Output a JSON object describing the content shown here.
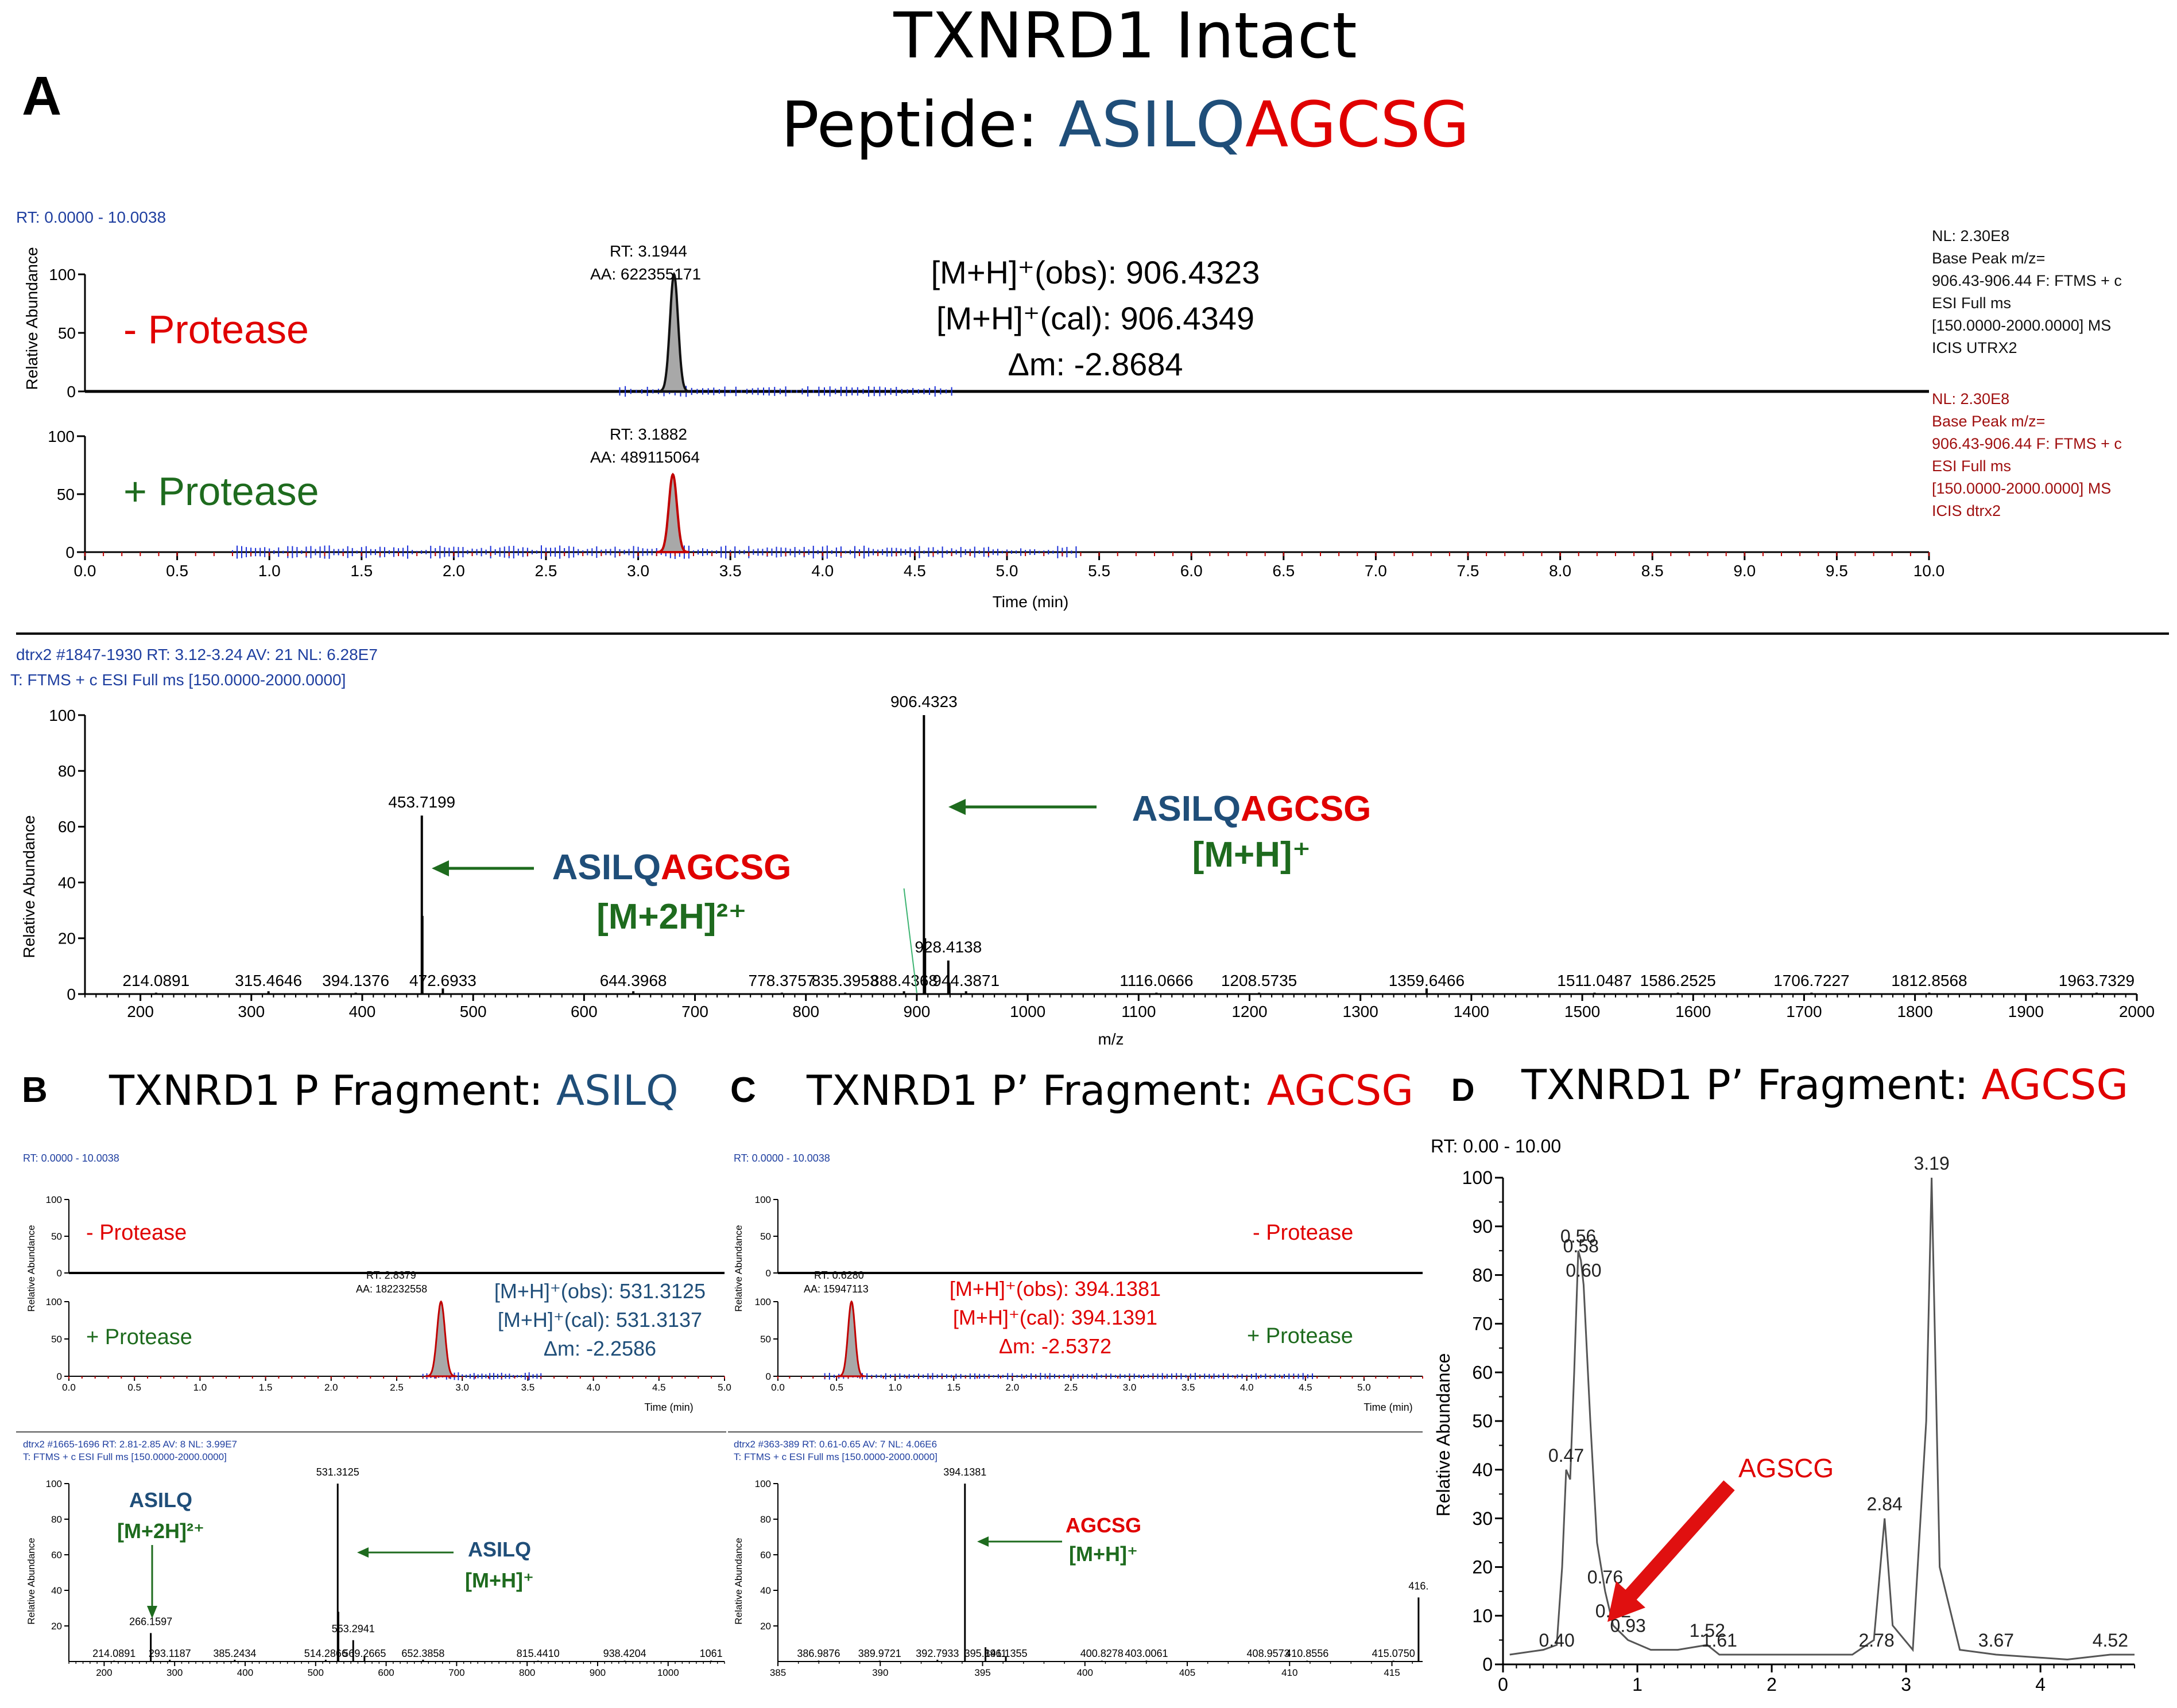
{
  "colors": {
    "blue": "#1F4E79",
    "red": "#E00000",
    "green": "#1E6B1E",
    "header_blue": "#1F3FA0",
    "info_red": "#A01010",
    "trace_blue": "#1A2FD8",
    "trace_red": "#C00000",
    "label_green": "#2F7F2F",
    "arrow_red": "#E01010",
    "peak_gray": "#A8A8A8"
  },
  "figure": {
    "panel_a": {
      "letter": "A",
      "title_line1": "TXNRD1 Intact",
      "title_line2_prefix": "Peptide: ",
      "seq_p": "ASILQ",
      "seq_pp": "AGCSG",
      "rt_header": "RT: 0.0000 - 10.0038",
      "ylabel": "Relative Abundance",
      "xlabel": "Time (min)",
      "minus_label": "- Protease",
      "plus_label": "+ Protease",
      "peak1_rt": "RT: 3.1944",
      "peak1_aa": "AA: 622355171",
      "peak2_rt": "RT: 3.1882",
      "peak2_aa": "AA: 489115064",
      "mass_obs": "[M+H]⁺(obs): 906.4323",
      "mass_cal": "[M+H]⁺(cal): 906.4349",
      "mass_dm": "Δm: -2.8684",
      "info1": [
        "NL: 2.30E8",
        "Base Peak m/z=",
        "906.43-906.44 F: FTMS + c",
        "ESI Full ms",
        "[150.0000-2000.0000]  MS",
        "ICIS UTRX2"
      ],
      "info2": [
        "NL: 2.30E8",
        "Base Peak m/z=",
        "906.43-906.44 F: FTMS + c",
        "ESI Full ms",
        "[150.0000-2000.0000]  MS",
        "ICIS dtrx2"
      ],
      "spec_header1": "dtrx2 #1847-1930   RT: 3.12-3.24   AV: 21   NL: 6.28E7",
      "spec_header2": "T: FTMS + c ESI Full ms [150.0000-2000.0000]",
      "spec_xlabel": "m/z",
      "ion2_charge": "[M+2H]²⁺",
      "ion1_charge": "[M+H]⁺"
    },
    "panel_b": {
      "letter": "B",
      "title_prefix": "TXNRD1 P Fragment: ",
      "title_seq": "ASILQ",
      "rt_header": "RT: 0.0000 - 10.0038",
      "minus_label": "- Protease",
      "plus_label": "+ Protease",
      "peak_rt": "RT: 2.8379",
      "peak_aa": "AA: 182232558",
      "mass_obs": "[M+H]⁺(obs): 531.3125",
      "mass_cal": "[M+H]⁺(cal): 531.3137",
      "mass_dm": "Δm: -2.2586",
      "xlabel": "Time (min)",
      "ylabel": "Relative Abundance",
      "spec_header1": "dtrx2 #1665-1696   RT: 2.81-2.85   AV: 8   NL: 3.99E7",
      "spec_header2": "T: FTMS + c ESI Full ms [150.0000-2000.0000]",
      "ion2_seq": "ASILQ",
      "ion2_charge": "[M+2H]²⁺",
      "ion1_seq": "ASILQ",
      "ion1_charge": "[M+H]⁺"
    },
    "panel_c": {
      "letter": "C",
      "title_prefix": "TXNRD1 P’ Fragment: ",
      "title_seq": "AGCSG",
      "rt_header": "RT: 0.0000 - 10.0038",
      "minus_label": "- Protease",
      "plus_label": "+ Protease",
      "peak_rt": "RT: 0.6280",
      "peak_aa": "AA: 15947113",
      "mass_obs": "[M+H]⁺(obs): 394.1381",
      "mass_cal": "[M+H]⁺(cal): 394.1391",
      "mass_dm": "Δm: -2.5372",
      "xlabel": "Time (min)",
      "ylabel": "Relative Abundance",
      "spec_header1": "dtrx2 #363-389   RT: 0.61-0.65   AV: 7   NL: 4.06E6",
      "spec_header2": "T: FTMS + c ESI Full ms [150.0000-2000.0000]",
      "ion_seq": "AGCSG",
      "ion_charge": "[M+H]⁺"
    },
    "panel_d": {
      "letter": "D",
      "title_prefix": "TXNRD1 P’ Fragment: ",
      "title_seq": "AGCSG",
      "rt_header": "RT: 0.00 - 10.00",
      "ylabel": "Relative Abundance",
      "arrow_label": "AGSCG"
    }
  },
  "chart_data": [
    {
      "id": "a_chrom_minus",
      "type": "line",
      "xlim": [
        0,
        10
      ],
      "ylim": [
        0,
        100
      ],
      "xticks": [
        0,
        0.5,
        1,
        1.5,
        2,
        2.5,
        3,
        3.5,
        4,
        4.5,
        5,
        5.5,
        6,
        6.5,
        7,
        7.5,
        8,
        8.5,
        9,
        9.5,
        10
      ],
      "yticks": [
        0,
        50,
        100
      ],
      "series": [
        {
          "peaks": [
            {
              "x": 3.1944,
              "y": 100
            }
          ]
        }
      ]
    },
    {
      "id": "a_chrom_plus",
      "type": "line",
      "xlim": [
        0,
        10
      ],
      "ylim": [
        0,
        100
      ],
      "xticks": [
        0,
        0.5,
        1,
        1.5,
        2,
        2.5,
        3,
        3.5,
        4,
        4.5,
        5,
        5.5,
        6,
        6.5,
        7,
        7.5,
        8,
        8.5,
        9,
        9.5,
        10
      ],
      "yticks": [
        0,
        50,
        100
      ],
      "series": [
        {
          "peaks": [
            {
              "x": 3.1882,
              "y": 67
            }
          ]
        }
      ]
    },
    {
      "id": "a_spectrum",
      "type": "bar",
      "xlim": [
        150,
        2000
      ],
      "ylim": [
        0,
        100
      ],
      "xticks": [
        200,
        300,
        400,
        500,
        600,
        700,
        800,
        900,
        1000,
        1100,
        1200,
        1300,
        1400,
        1500,
        1600,
        1700,
        1800,
        1900,
        2000
      ],
      "yticks": [
        0,
        20,
        40,
        60,
        80,
        100
      ],
      "peaks": [
        {
          "mz": 214.0891,
          "y": 0.5,
          "label": "214.0891"
        },
        {
          "mz": 315.4646,
          "y": 1,
          "label": "315.4646"
        },
        {
          "mz": 394.1376,
          "y": 0.5,
          "label": "394.1376"
        },
        {
          "mz": 453.7199,
          "y": 64,
          "label": "453.7199"
        },
        {
          "mz": 454.22,
          "y": 28,
          "label": ""
        },
        {
          "mz": 472.6933,
          "y": 2,
          "label": "472.6933"
        },
        {
          "mz": 644.3968,
          "y": 1,
          "label": "644.3968"
        },
        {
          "mz": 778.3757,
          "y": 0.5,
          "label": "778.3757"
        },
        {
          "mz": 835.3953,
          "y": 0.5,
          "label": "835.3953"
        },
        {
          "mz": 888.4368,
          "y": 1,
          "label": "888.4368"
        },
        {
          "mz": 906.4323,
          "y": 100,
          "label": "906.4323"
        },
        {
          "mz": 907.43,
          "y": 20,
          "label": ""
        },
        {
          "mz": 928.4138,
          "y": 12,
          "label": "928.4138"
        },
        {
          "mz": 929.41,
          "y": 4,
          "label": ""
        },
        {
          "mz": 944.3871,
          "y": 1,
          "label": "944.3871"
        },
        {
          "mz": 1116.0666,
          "y": 0.5,
          "label": "1116.0666"
        },
        {
          "mz": 1208.5735,
          "y": 0.5,
          "label": "1208.5735"
        },
        {
          "mz": 1359.6466,
          "y": 2,
          "label": "1359.6466"
        },
        {
          "mz": 1511.0487,
          "y": 0.5,
          "label": "1511.0487"
        },
        {
          "mz": 1586.2525,
          "y": 0.5,
          "label": "1586.2525"
        },
        {
          "mz": 1706.7227,
          "y": 0.5,
          "label": "1706.7227"
        },
        {
          "mz": 1812.8568,
          "y": 0.5,
          "label": "1812.8568"
        },
        {
          "mz": 1963.7329,
          "y": 0.5,
          "label": "1963.7329"
        }
      ]
    },
    {
      "id": "b_chrom_minus",
      "type": "line",
      "xlim": [
        0,
        5
      ],
      "ylim": [
        0,
        100
      ],
      "xticks": [
        0,
        0.5,
        1,
        1.5,
        2,
        2.5,
        3,
        3.5,
        4,
        4.5,
        5
      ],
      "yticks": [
        0,
        50,
        100
      ],
      "series": [
        {
          "peaks": []
        }
      ]
    },
    {
      "id": "b_chrom_plus",
      "type": "line",
      "xlim": [
        0,
        5
      ],
      "ylim": [
        0,
        100
      ],
      "xticks": [
        0,
        0.5,
        1,
        1.5,
        2,
        2.5,
        3,
        3.5,
        4,
        4.5,
        5
      ],
      "yticks": [
        0,
        50,
        100
      ],
      "series": [
        {
          "peaks": [
            {
              "x": 2.8379,
              "y": 100
            }
          ]
        }
      ]
    },
    {
      "id": "b_spectrum",
      "type": "bar",
      "xlim": [
        150,
        1080
      ],
      "ylim": [
        0,
        100
      ],
      "xticks": [
        200,
        300,
        400,
        500,
        600,
        700,
        800,
        900,
        1000
      ],
      "yticks": [
        20,
        40,
        60,
        80,
        100
      ],
      "peaks": [
        {
          "mz": 214.0891,
          "y": 0.5,
          "label": "214.0891"
        },
        {
          "mz": 266.1597,
          "y": 16,
          "label": "266.1597"
        },
        {
          "mz": 293.1187,
          "y": 1,
          "label": "293.1187"
        },
        {
          "mz": 385.2434,
          "y": 1,
          "label": "385.2434"
        },
        {
          "mz": 514.2866,
          "y": 1,
          "label": "514.2866"
        },
        {
          "mz": 531.3125,
          "y": 100,
          "label": "531.3125"
        },
        {
          "mz": 532.31,
          "y": 28,
          "label": ""
        },
        {
          "mz": 553.2941,
          "y": 12,
          "label": "553.2941"
        },
        {
          "mz": 569.2665,
          "y": 3,
          "label": "569.2665"
        },
        {
          "mz": 652.3858,
          "y": 1,
          "label": "652.3858"
        },
        {
          "mz": 815.441,
          "y": 0.5,
          "label": "815.4410"
        },
        {
          "mz": 938.4204,
          "y": 0.5,
          "label": "938.4204"
        },
        {
          "mz": 1061,
          "y": 0.5,
          "label": "1061"
        }
      ]
    },
    {
      "id": "c_chrom_minus",
      "type": "line",
      "xlim": [
        0,
        5.5
      ],
      "ylim": [
        0,
        100
      ],
      "xticks": [
        0,
        0.5,
        1,
        1.5,
        2,
        2.5,
        3,
        3.5,
        4,
        4.5,
        5
      ],
      "yticks": [
        0,
        50,
        100
      ],
      "series": [
        {
          "peaks": []
        }
      ]
    },
    {
      "id": "c_chrom_plus",
      "type": "line",
      "xlim": [
        0,
        5.5
      ],
      "ylim": [
        0,
        100
      ],
      "xticks": [
        0,
        0.5,
        1,
        1.5,
        2,
        2.5,
        3,
        3.5,
        4,
        4.5,
        5
      ],
      "yticks": [
        0,
        50,
        100
      ],
      "series": [
        {
          "peaks": [
            {
              "x": 0.628,
              "y": 100
            }
          ]
        }
      ]
    },
    {
      "id": "c_spectrum",
      "type": "bar",
      "xlim": [
        385,
        416.5
      ],
      "ylim": [
        0,
        100
      ],
      "xticks": [
        385,
        390,
        395,
        400,
        405,
        410,
        415
      ],
      "yticks": [
        20,
        40,
        60,
        80,
        100
      ],
      "peaks": [
        {
          "mz": 386.9876,
          "y": 0.5,
          "label": "386.9876"
        },
        {
          "mz": 389.9721,
          "y": 0.5,
          "label": "389.9721"
        },
        {
          "mz": 392.7933,
          "y": 1,
          "label": "392.7933"
        },
        {
          "mz": 394.1381,
          "y": 100,
          "label": "394.1381"
        },
        {
          "mz": 395.1411,
          "y": 8,
          "label": "395.1411"
        },
        {
          "mz": 396.1355,
          "y": 3,
          "label": "396.1355"
        },
        {
          "mz": 400.8278,
          "y": 0.5,
          "label": "400.8278"
        },
        {
          "mz": 403.0061,
          "y": 0.5,
          "label": "403.0061"
        },
        {
          "mz": 408.9573,
          "y": 0.5,
          "label": "408.9573"
        },
        {
          "mz": 410.8556,
          "y": 0.5,
          "label": "410.8556"
        },
        {
          "mz": 415.075,
          "y": 0.5,
          "label": "415.0750"
        },
        {
          "mz": 416.3,
          "y": 36,
          "label": "416."
        }
      ]
    },
    {
      "id": "d_chrom",
      "type": "line",
      "xlim": [
        0,
        4.7
      ],
      "ylim": [
        0,
        100
      ],
      "xticks": [
        0,
        1,
        2,
        3,
        4
      ],
      "yticks": [
        0,
        10,
        20,
        30,
        40,
        50,
        60,
        70,
        80,
        90,
        100
      ],
      "points": [
        [
          0.05,
          2
        ],
        [
          0.3,
          3
        ],
        [
          0.4,
          4
        ],
        [
          0.44,
          20
        ],
        [
          0.47,
          40
        ],
        [
          0.5,
          38
        ],
        [
          0.53,
          60
        ],
        [
          0.56,
          85
        ],
        [
          0.58,
          83
        ],
        [
          0.6,
          78
        ],
        [
          0.65,
          50
        ],
        [
          0.7,
          25
        ],
        [
          0.76,
          15
        ],
        [
          0.82,
          8
        ],
        [
          0.93,
          5
        ],
        [
          1.1,
          3
        ],
        [
          1.3,
          3
        ],
        [
          1.52,
          4
        ],
        [
          1.61,
          2
        ],
        [
          2.2,
          2
        ],
        [
          2.6,
          2
        ],
        [
          2.76,
          5
        ],
        [
          2.84,
          30
        ],
        [
          2.9,
          8
        ],
        [
          3.05,
          3
        ],
        [
          3.15,
          50
        ],
        [
          3.19,
          100
        ],
        [
          3.25,
          20
        ],
        [
          3.4,
          3
        ],
        [
          3.67,
          2
        ],
        [
          4.2,
          1
        ],
        [
          4.52,
          2
        ],
        [
          4.7,
          2
        ]
      ],
      "labels": [
        {
          "x": 0.4,
          "y": 2,
          "text": "0.40"
        },
        {
          "x": 0.47,
          "y": 40,
          "text": "0.47"
        },
        {
          "x": 0.56,
          "y": 85,
          "text": "0.56"
        },
        {
          "x": 0.58,
          "y": 83,
          "text": "0.58"
        },
        {
          "x": 0.6,
          "y": 78,
          "text": "0.60"
        },
        {
          "x": 0.76,
          "y": 15,
          "text": "0.76"
        },
        {
          "x": 0.82,
          "y": 8,
          "text": "0.82"
        },
        {
          "x": 0.93,
          "y": 5,
          "text": "0.93"
        },
        {
          "x": 1.52,
          "y": 4,
          "text": "1.52"
        },
        {
          "x": 1.61,
          "y": 2,
          "text": "1.61"
        },
        {
          "x": 2.78,
          "y": 2,
          "text": "2.78"
        },
        {
          "x": 2.84,
          "y": 30,
          "text": "2.84"
        },
        {
          "x": 3.19,
          "y": 100,
          "text": "3.19"
        },
        {
          "x": 3.67,
          "y": 2,
          "text": "3.67"
        },
        {
          "x": 4.52,
          "y": 2,
          "text": "4.52"
        }
      ]
    }
  ]
}
